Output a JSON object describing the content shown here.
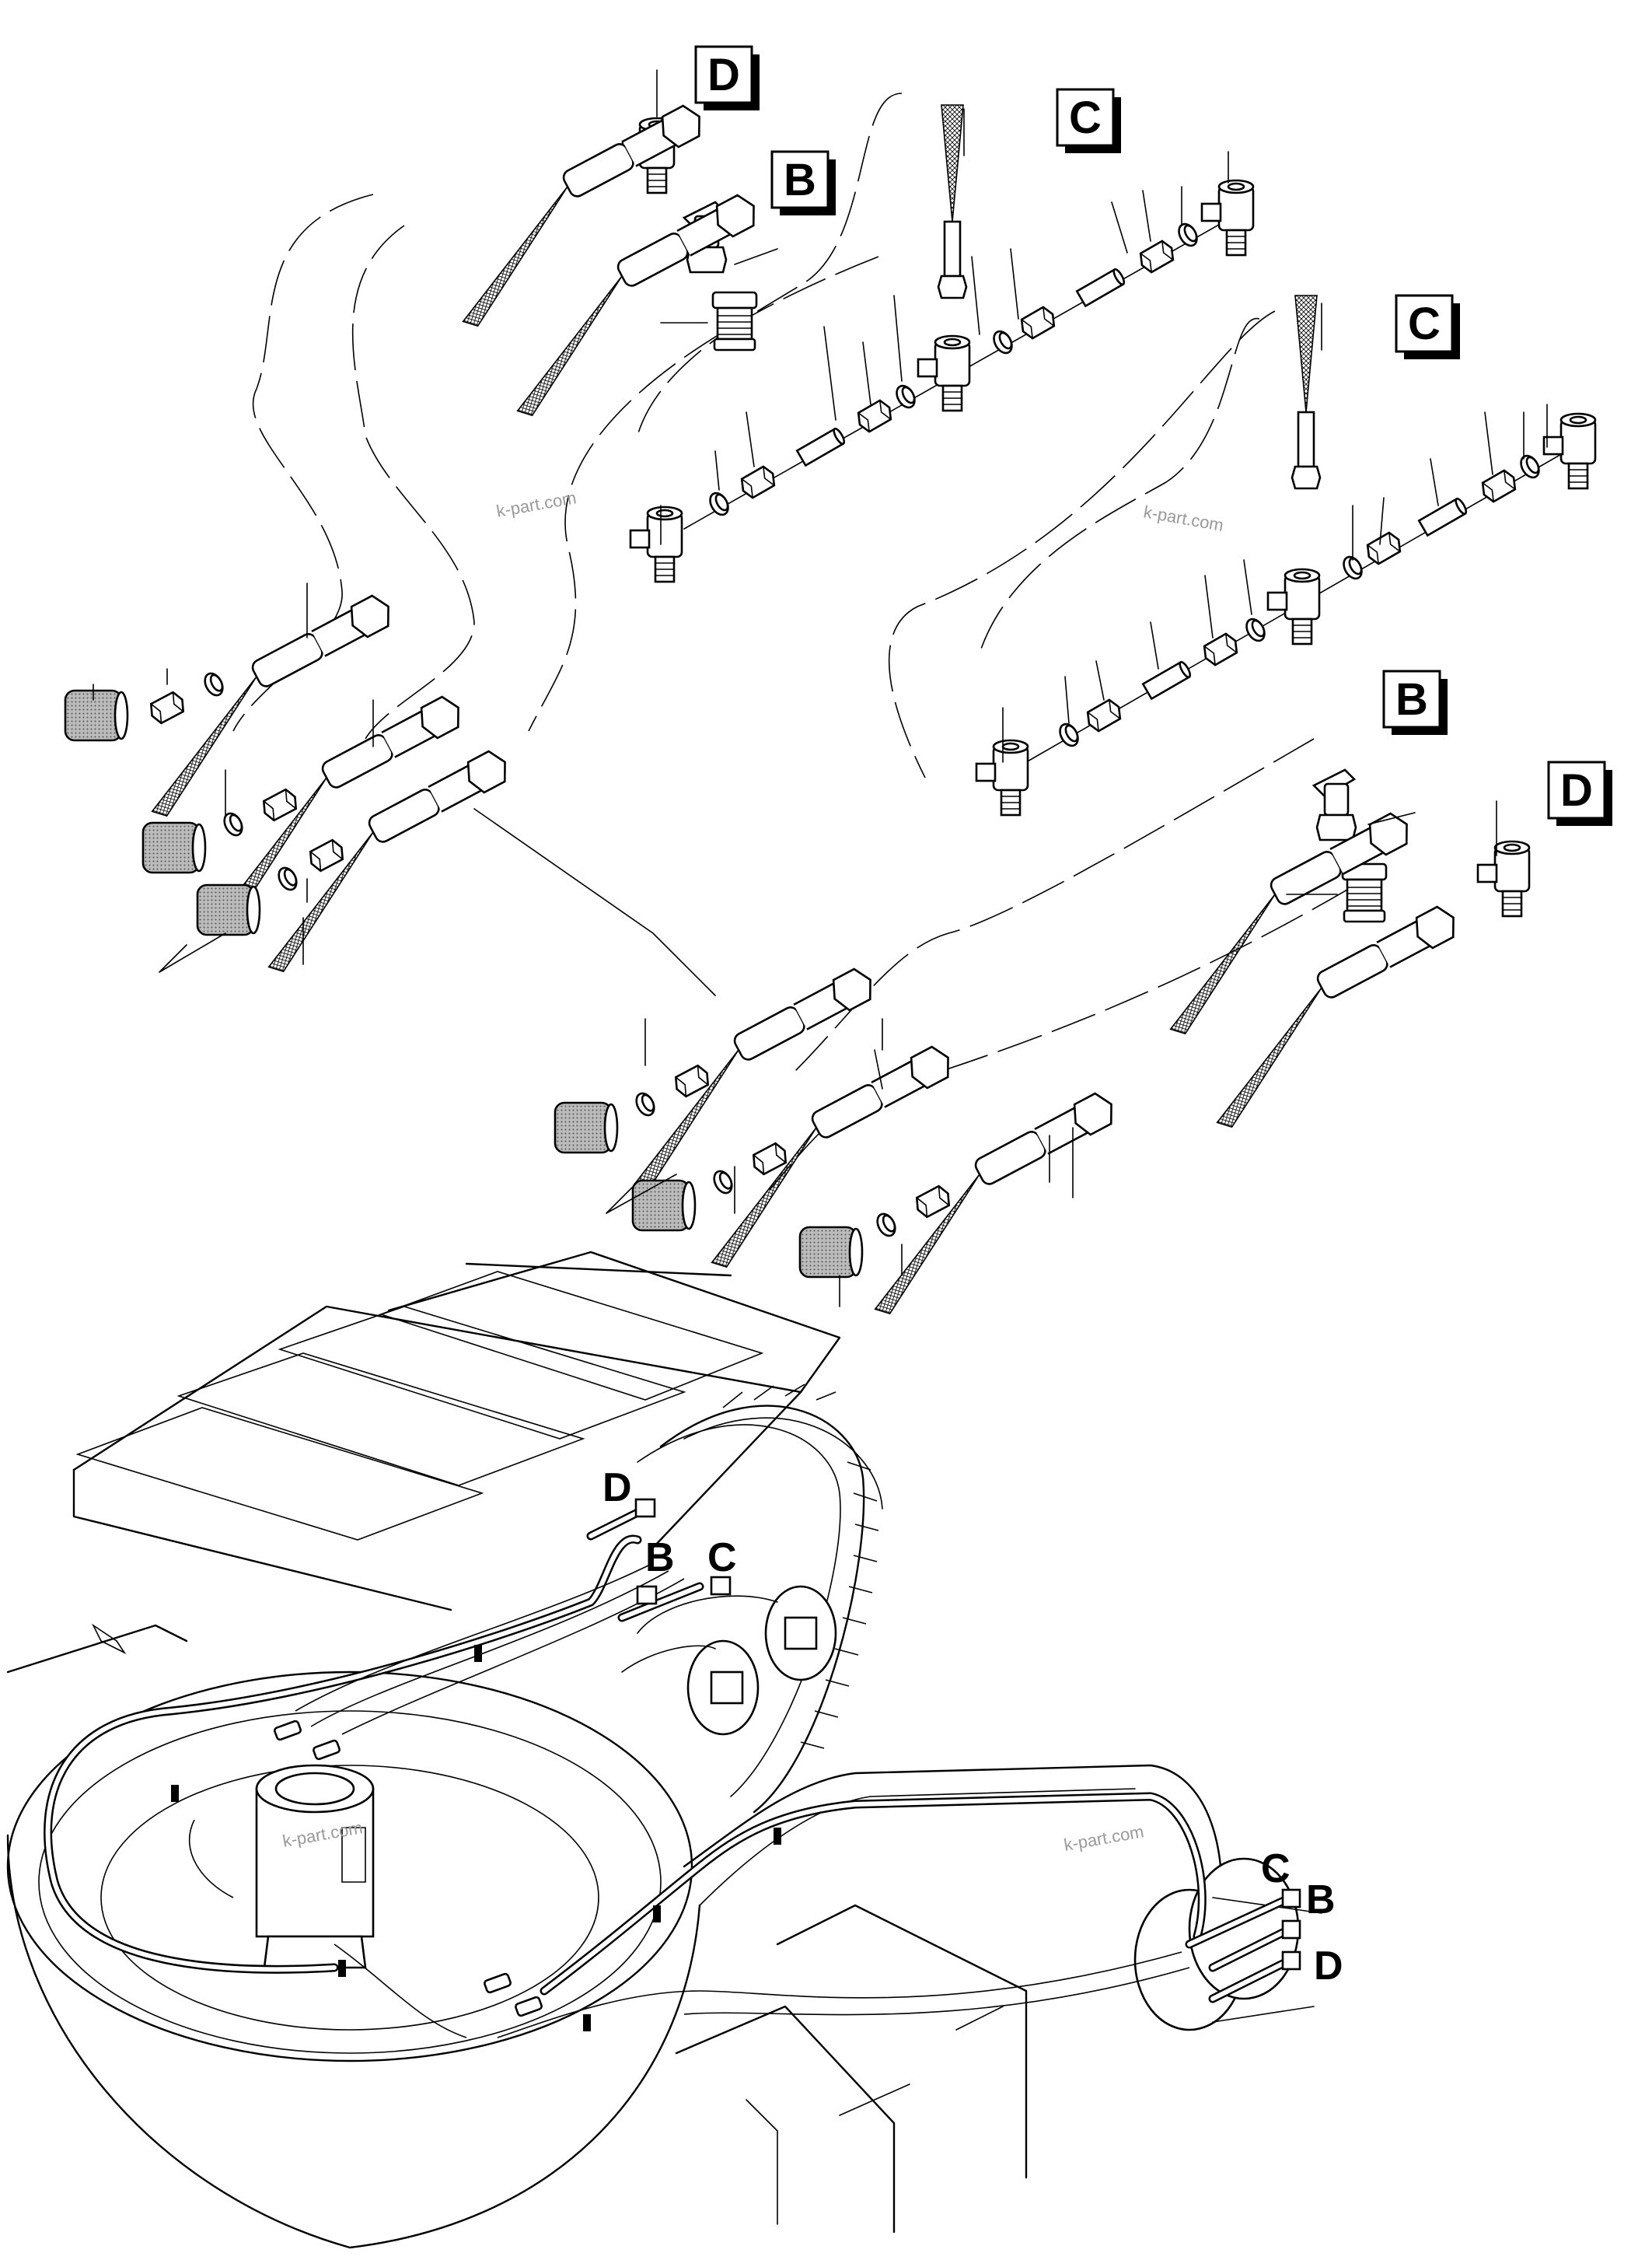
{
  "labels": {
    "box_D_top": "D",
    "box_B_top": "B",
    "box_C_top": "C",
    "box_C_right": "C",
    "box_B_right": "B",
    "box_D_right": "D",
    "assy_D": "D",
    "assy_B": "B",
    "assy_C": "C",
    "assy_C2": "C",
    "assy_B2": "B",
    "assy_D2": "D"
  },
  "watermarks": {
    "wm1": "k-part.com",
    "wm2": "k-part.com",
    "wm3": "k-part.com",
    "wm4": "k-part.com"
  }
}
